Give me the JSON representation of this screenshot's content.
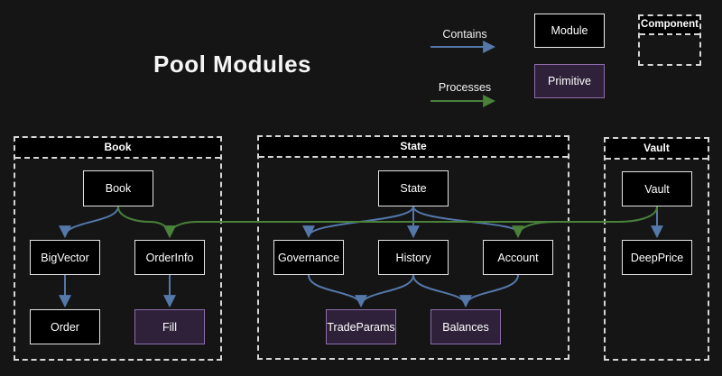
{
  "title": "Pool Modules",
  "legend": {
    "contains": "Contains",
    "processes": "Processes",
    "module": "Module",
    "primitive": "Primitive",
    "component": "Component"
  },
  "colors": {
    "background": "#151515",
    "contains_arrow_blue": "#5578ab",
    "processes_arrow_green": "#49803a",
    "module_fill": "#000000",
    "module_border": "#e4e4e4",
    "primitive_fill": "#2e2139",
    "primitive_border": "#8f6cab",
    "container_dash": "#d6d6d6"
  },
  "containers": {
    "book": "Book",
    "state": "State",
    "vault": "Vault"
  },
  "nodes": {
    "book": "Book",
    "bigvector": "BigVector",
    "orderinfo": "OrderInfo",
    "order": "Order",
    "fill": "Fill",
    "state": "State",
    "governance": "Governance",
    "history": "History",
    "account": "Account",
    "tradeparams": "TradeParams",
    "balances": "Balances",
    "vault": "Vault",
    "deepprice": "DeepPrice"
  },
  "node_types": {
    "module": [
      "Book",
      "BigVector",
      "OrderInfo",
      "Order",
      "State",
      "Governance",
      "History",
      "Account",
      "Vault",
      "DeepPrice"
    ],
    "primitive": [
      "Fill",
      "TradeParams",
      "Balances"
    ]
  },
  "edges": {
    "contains": [
      {
        "from": "Book",
        "to": "BigVector"
      },
      {
        "from": "BigVector",
        "to": "Order"
      },
      {
        "from": "OrderInfo",
        "to": "Fill"
      },
      {
        "from": "State",
        "to": "Governance"
      },
      {
        "from": "State",
        "to": "History"
      },
      {
        "from": "State",
        "to": "Account"
      },
      {
        "from": "Governance",
        "to": "TradeParams"
      },
      {
        "from": "History",
        "to": "TradeParams"
      },
      {
        "from": "History",
        "to": "Balances"
      },
      {
        "from": "Account",
        "to": "Balances"
      },
      {
        "from": "Vault",
        "to": "DeepPrice"
      }
    ],
    "processes": [
      {
        "from": "Book",
        "to": "OrderInfo"
      },
      {
        "from": "Vault",
        "to": "OrderInfo"
      },
      {
        "from": "Vault",
        "to": "Account"
      }
    ]
  }
}
